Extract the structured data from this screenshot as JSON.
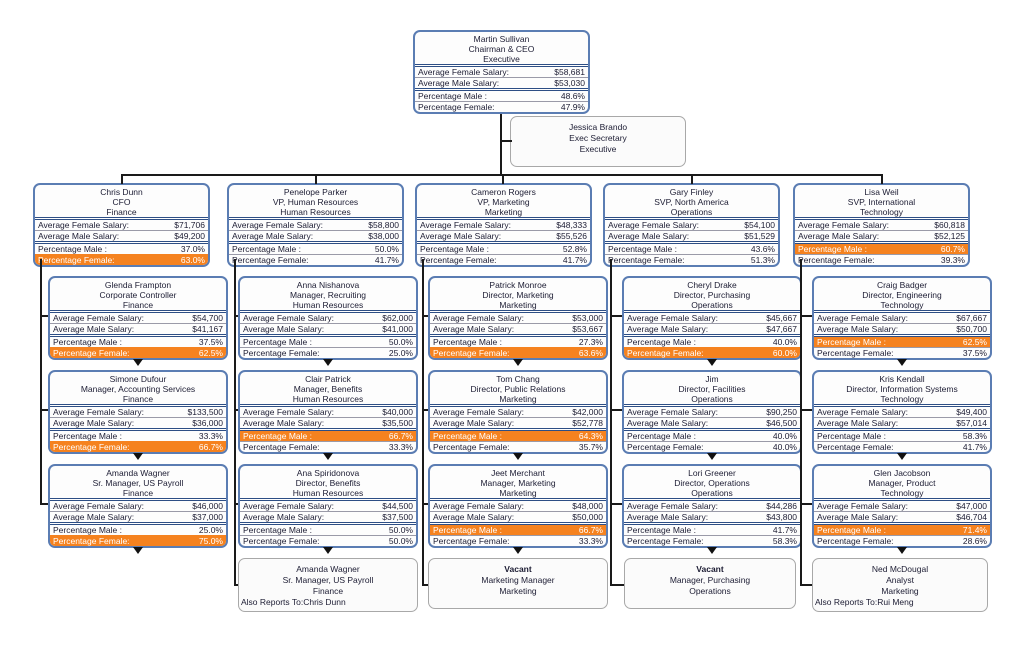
{
  "app": {
    "kind": "organization-salary-chart"
  },
  "labels": {
    "avg_female": "Average Female Salary:",
    "avg_male": "Average Male Salary:",
    "pct_male": "Percentage Male :",
    "pct_female": "Percentage Female:",
    "also_reports": "Also Reports To:"
  },
  "colors": {
    "box_border_blue": "#5b7db3",
    "inner_rule_blue": "#2d4e85",
    "highlight_orange": "#f5821f",
    "highlight_text": "#ffffff",
    "gray_border": "#a8a8a8",
    "connector": "#1a1a1a"
  },
  "nodes": [
    {
      "id": "martin-sullivan",
      "name": "Martin Sullivan",
      "title": "Chairman & CEO",
      "dept": "Executive",
      "avg_female": "$58,681",
      "avg_male": "$53,030",
      "pct_male": "48.6%",
      "pct_female": "47.9%",
      "highlight": "none"
    },
    {
      "id": "jessica-brando",
      "name": "Jessica Brando",
      "title": "Exec Secretary",
      "dept": "Executive",
      "simple": true
    },
    {
      "id": "chris-dunn",
      "name": "Chris  Dunn",
      "title": "CFO",
      "dept": "Finance",
      "avg_female": "$71,706",
      "avg_male": "$49,200",
      "pct_male": "37.0%",
      "pct_female": "63.0%",
      "highlight": "female"
    },
    {
      "id": "penelope-parker",
      "name": "Penelope Parker",
      "title": "VP, Human Resources",
      "dept": "Human Resources",
      "avg_female": "$58,800",
      "avg_male": "$38,000",
      "pct_male": "50.0%",
      "pct_female": "41.7%",
      "highlight": "none"
    },
    {
      "id": "cameron-rogers",
      "name": "Cameron Rogers",
      "title": "VP, Marketing",
      "dept": "Marketing",
      "avg_female": "$48,333",
      "avg_male": "$55,526",
      "pct_male": "52.8%",
      "pct_female": "41.7%",
      "highlight": "none"
    },
    {
      "id": "gary-finley",
      "name": "Gary Finley",
      "title": "SVP, North America",
      "dept": "Operations",
      "avg_female": "$54,100",
      "avg_male": "$51,529",
      "pct_male": "43.6%",
      "pct_female": "51.3%",
      "highlight": "none"
    },
    {
      "id": "lisa-weil",
      "name": "Lisa Weil",
      "title": "SVP, International",
      "dept": "Technology",
      "avg_female": "$60,818",
      "avg_male": "$52,125",
      "pct_male": "60.7%",
      "pct_female": "39.3%",
      "highlight": "male"
    },
    {
      "id": "glenda-frampton",
      "name": "Glenda Frampton",
      "title": "Corporate Controller",
      "dept": "Finance",
      "avg_female": "$54,700",
      "avg_male": "$41,167",
      "pct_male": "37.5%",
      "pct_female": "62.5%",
      "highlight": "female"
    },
    {
      "id": "simone-dufour",
      "name": "Simone Dufour",
      "title": "Manager, Accounting Services",
      "dept": "Finance",
      "avg_female": "$133,500",
      "avg_male": "$36,000",
      "pct_male": "33.3%",
      "pct_female": "66.7%",
      "highlight": "female"
    },
    {
      "id": "amanda-wagner",
      "name": "Amanda Wagner",
      "title": "Sr. Manager, US Payroll",
      "dept": "Finance",
      "avg_female": "$46,000",
      "avg_male": "$37,000",
      "pct_male": "25.0%",
      "pct_female": "75.0%",
      "highlight": "female"
    },
    {
      "id": "anna-nishanova",
      "name": "Anna Nishanova",
      "title": "Manager, Recruiting",
      "dept": "Human Resources",
      "avg_female": "$62,000",
      "avg_male": "$41,000",
      "pct_male": "50.0%",
      "pct_female": "25.0%",
      "highlight": "none"
    },
    {
      "id": "clair-patrick",
      "name": "Clair Patrick",
      "title": "Manager, Benefits",
      "dept": "Human Resources",
      "avg_female": "$40,000",
      "avg_male": "$35,500",
      "pct_male": "66.7%",
      "pct_female": "33.3%",
      "highlight": "male"
    },
    {
      "id": "ana-spiridonova",
      "name": "Ana Spiridonova",
      "title": "Director, Benefits",
      "dept": "Human Resources",
      "avg_female": "$44,500",
      "avg_male": "$37,500",
      "pct_male": "50.0%",
      "pct_female": "50.0%",
      "highlight": "none"
    },
    {
      "id": "amanda-wagner-2",
      "name": "Amanda Wagner",
      "title": "Sr. Manager, US Payroll",
      "dept": "Finance",
      "simple": true,
      "also_reports_to": "Chris  Dunn"
    },
    {
      "id": "patrick-monroe",
      "name": "Patrick Monroe",
      "title": "Director, Marketing",
      "dept": "Marketing",
      "avg_female": "$53,000",
      "avg_male": "$53,667",
      "pct_male": "27.3%",
      "pct_female": "63.6%",
      "highlight": "female"
    },
    {
      "id": "tom-chang",
      "name": "Tom Chang",
      "title": "Director, Public Relations",
      "dept": "Marketing",
      "avg_female": "$42,000",
      "avg_male": "$52,778",
      "pct_male": "64.3%",
      "pct_female": "35.7%",
      "highlight": "male"
    },
    {
      "id": "jeet-merchant",
      "name": "Jeet Merchant",
      "title": "Manager, Marketing",
      "dept": "Marketing",
      "avg_female": "$48,000",
      "avg_male": "$50,000",
      "pct_male": "66.7%",
      "pct_female": "33.3%",
      "highlight": "male"
    },
    {
      "id": "vacant-marketing",
      "name": "Vacant",
      "title": "Marketing Manager",
      "dept": "Marketing",
      "simple": true,
      "vacant": true
    },
    {
      "id": "cheryl-drake",
      "name": "Cheryl Drake",
      "title": "Director, Purchasing",
      "dept": "Operations",
      "avg_female": "$45,667",
      "avg_male": "$47,667",
      "pct_male": "40.0%",
      "pct_female": "60.0%",
      "highlight": "female"
    },
    {
      "id": "jim",
      "name": "Jim",
      "title": "Director, Facilities",
      "dept": "Operations",
      "avg_female": "$90,250",
      "avg_male": "$46,500",
      "pct_male": "40.0%",
      "pct_female": "40.0%",
      "highlight": "none"
    },
    {
      "id": "lori-greener",
      "name": "Lori Greener",
      "title": "Director, Operations",
      "dept": "Operations",
      "avg_female": "$44,286",
      "avg_male": "$43,800",
      "pct_male": "41.7%",
      "pct_female": "58.3%",
      "highlight": "none"
    },
    {
      "id": "vacant-operations",
      "name": "Vacant",
      "title": "Manager, Purchasing",
      "dept": "Operations",
      "simple": true,
      "vacant": true
    },
    {
      "id": "craig-badger",
      "name": "Craig Badger",
      "title": "Director, Engineering",
      "dept": "Technology",
      "avg_female": "$67,667",
      "avg_male": "$50,700",
      "pct_male": "62.5%",
      "pct_female": "37.5%",
      "highlight": "male"
    },
    {
      "id": "kris-kendall",
      "name": "Kris Kendall",
      "title": "Director, Information Systems",
      "dept": "Technology",
      "avg_female": "$49,400",
      "avg_male": "$57,014",
      "pct_male": "58.3%",
      "pct_female": "41.7%",
      "highlight": "none"
    },
    {
      "id": "glen-jacobson",
      "name": "Glen Jacobson",
      "title": "Manager, Product",
      "dept": "Technology",
      "avg_female": "$47,000",
      "avg_male": "$46,704",
      "pct_male": "71.4%",
      "pct_female": "28.6%",
      "highlight": "male"
    },
    {
      "id": "ned-mcdougal",
      "name": "Ned McDougal",
      "title": "Analyst",
      "dept": "Marketing",
      "simple": true,
      "also_reports_to": "Rui Meng"
    }
  ]
}
